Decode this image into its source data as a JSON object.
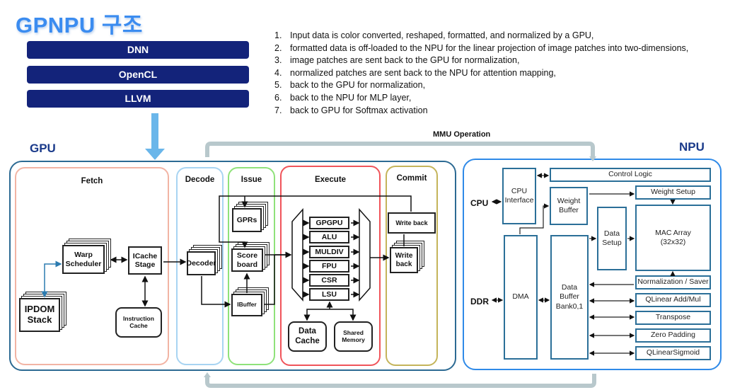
{
  "title": "GPNPU 구조",
  "software_stack": [
    "DNN",
    "OpenCL",
    "LLVM"
  ],
  "notes": [
    {
      "num": "1.",
      "text": "Input data is color converted, reshaped, formatted, and normalized by a GPU,"
    },
    {
      "num": "2.",
      "text": "formatted data is off-loaded to the NPU for the linear projection of image patches into two-dimensions,"
    },
    {
      "num": "3.",
      "text": "image patches are sent back to the GPU for normalization,"
    },
    {
      "num": "4.",
      "text": "normalized patches are sent back to the NPU for attention mapping,"
    },
    {
      "num": "5.",
      "text": "back to the GPU for normalization,"
    },
    {
      "num": "6.",
      "text": "back to the NPU for MLP layer,"
    },
    {
      "num": "7.",
      "text": "back to GPU for Softmax activation"
    }
  ],
  "mmu_label": "MMU Operation",
  "gpu": {
    "label": "GPU",
    "stages": {
      "fetch": "Fetch",
      "decode": "Decode",
      "issue": "Issue",
      "execute": "Execute",
      "commit": "Commit"
    },
    "blocks": {
      "warp_scheduler": "Warp Scheduler",
      "icache_stage": "ICache Stage",
      "ipdom_stack": "IPDOM Stack",
      "instruction_cache": "Instruction Cache",
      "decoder": "Decoder",
      "gprs": "GPRs",
      "scoreboard": "Score board",
      "ibuffer": "IBuffer",
      "data_cache": "Data Cache",
      "shared_memory": "Shared Memory",
      "write_back_top": "Write back",
      "write_back_stack": "Write back"
    },
    "execute_units": [
      "GPGPU",
      "ALU",
      "MULDIV",
      "FPU",
      "CSR",
      "LSU"
    ]
  },
  "npu": {
    "label": "NPU",
    "external": {
      "cpu": "CPU",
      "ddr": "DDR"
    },
    "blocks": {
      "cpu_interface": "CPU Interface",
      "control_logic": "Control Logic",
      "weight_buffer": "Weight Buffer",
      "weight_setup": "Weight Setup",
      "data_setup": "Data Setup",
      "mac_array": "MAC Array (32x32)",
      "dma": "DMA",
      "data_buffer": "Data Buffer Bank0,1"
    },
    "post_units": [
      "Normalization / Saver",
      "QLinear Add/Mul",
      "Transpose",
      "Zero Padding",
      "QLinearSigmoid"
    ]
  },
  "colors": {
    "title": "#3b8cf0",
    "stack_bar": "#13237a",
    "gpu_frame": "#2c6a93",
    "npu_frame": "#2f8ae8",
    "fetch": "#f2b4a4",
    "decode": "#a8d4f2",
    "issue": "#8fe27a",
    "execute": "#f0545a",
    "commit": "#c4b45a",
    "mmu_arrow": "#b8c8cc",
    "down_arrow": "#6ab6ea"
  }
}
